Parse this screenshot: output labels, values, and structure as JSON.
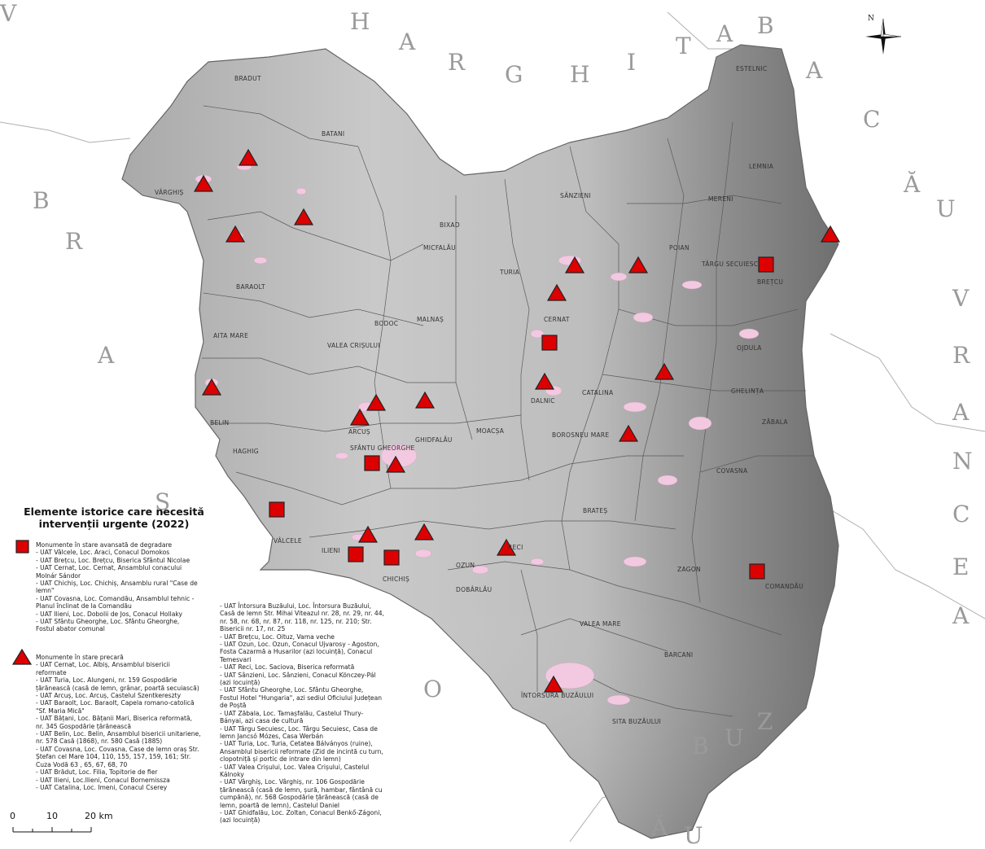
{
  "legend": {
    "title_line1": "Elemente istorice care necesită",
    "title_line2": "intervenții urgente (2022)",
    "degraded": {
      "label": "Monumente în stare avansată de degradare",
      "items": [
        "- UAT Vâlcele, Loc. Araci, Conacul Domokos",
        "- UAT Brețcu, Loc. Brețcu, Biserica Sfântul Nicolae",
        "- UAT Cernat, Loc. Cernat, Ansamblul conacului",
        "Molnár Sándor",
        "- UAT Chichiș, Loc. Chichiș, Ansamblu rural \"Case de",
        "lemn\"",
        "- UAT Covasna, Loc. Comandău, Ansamblul tehnic -",
        "Planul înclinat de la Comandău",
        "- UAT Ilieni, Loc. Dobolii de Jos, Conacul Hollaky",
        "- UAT Sfântu Gheorghe, Loc. Sfântu Gheorghe,",
        "Fostul abator comunal"
      ]
    },
    "precarious": {
      "label": "Monumente în stare precară",
      "items": [
        "- UAT Cernat, Loc. Albiș, Ansamblul bisericii",
        "reformate",
        "- UAT Turia, Loc. Alungeni, nr. 159 Gospodărie",
        "țărănească (casă de lemn, grânar, poartă secuiască)",
        "- UAT Arcuș, Loc. Arcuș, Castelul Szentkereszty",
        "- UAT Baraolt, Loc. Baraolt, Capela romano-catolică",
        "\"Sf. Maria Mică\"",
        "- UAT Bățani, Loc. Bățanii Mari, Biserica reformată,",
        "nr. 345 Gospodărie țărănească",
        "- UAT Belin, Loc. Belin, Ansamblul bisericii unitariene,",
        "nr. 578 Casă (1868), nr. 580 Casă (1885)",
        "- UAT Covasna, Loc. Covasna, Case de lemn oraș Str.",
        "Ștefan cel Mare 104, 110, 155, 157, 159, 161; Str.",
        "Cuza Vodă 63 , 65, 67, 68, 70",
        "- UAT Brădut, Loc. Filia, Topitorie de fier",
        "- UAT Ilieni, Loc.Ilieni, Conacul Bornemissza",
        "- UAT Catalina, Loc. Imeni, Conacul Cserey"
      ],
      "items_col2": [
        "- UAT Întorsura Buzăului, Loc. Întorsura Buzăului,",
        "Casă de lemn Str. Mihai Viteazul nr. 28, nr. 29, nr. 44,",
        "nr. 58, nr. 68, nr. 87, nr. 118, nr. 125, nr. 210; Str.",
        "Bisericii nr. 17, nr. 25",
        "- UAT Brețcu, Loc. Oituz, Vama veche",
        "- UAT Ozun, Loc. Ozun, Conacul Ujvarosy - Agoston,",
        "Fosta Cazarmă a Husarilor (azi locuință), Conacul",
        "Temesvari",
        "- UAT Reci, Loc. Saciova, Biserica reformată",
        "- UAT Sânzieni, Loc. Sânzieni, Conacul Könczey-Pál",
        "(azi locuință)",
        "- UAT Sfântu Gheorghe, Loc. Sfântu Gheorghe,",
        "Fostul Hotel \"Hungaria\", azi sediul Oficiului Județean",
        "de Poștă",
        "- UAT Zăbala, Loc. Tamașfalău, Castelul Thury-",
        "Bányai, azi casa de cultură",
        "- UAT Târgu Secuiesc, Loc. Târgu Secuiesc, Casa de",
        "lemn Jancsó Mózes, Casa Werbán",
        "- UAT Turia, Loc. Turia, Cetatea Bálványos (ruine),",
        "Ansamblul bisericii reformate (Zid de incintă cu turn,",
        "clopotniță și portic de intrare din lemn)",
        "- UAT Valea Crișului, Loc. Valea Crișului, Castelul",
        "Kálnoky",
        "- UAT Vârghiș, Loc. Vârghiș, nr. 106 Gospodărie",
        "țărănească (casă de lemn, șură, hambar, fântână cu",
        "cumpănă), nr. 568 Gospodărie țărănească (casă de",
        "lemn, poartă de lemn), Castelul Daniel",
        "- UAT Ghidfalău, Loc. Zoltan, Conacul Benkő-Zágoni,",
        "(azi locuință)"
      ]
    }
  },
  "scale": {
    "ticks": [
      "0",
      "10",
      "20 km"
    ]
  },
  "north_label": "N",
  "neighbors": [
    {
      "letters": [
        "H",
        "A",
        "R",
        "G",
        "H",
        "I",
        "T",
        "A"
      ]
    },
    {
      "letters": [
        "B",
        "A",
        "C",
        "Ă",
        "U"
      ]
    },
    {
      "letters": [
        "V",
        "R",
        "A",
        "N",
        "C",
        "E",
        "A"
      ]
    },
    {
      "letters": [
        "B",
        "U",
        "Z",
        "Ă",
        "U"
      ]
    },
    {
      "letters": [
        "B",
        "R",
        "A",
        "Ș",
        "O",
        "V"
      ]
    }
  ],
  "uat_labels": [
    "BRADUT",
    "BATANI",
    "VÂRGHIȘ",
    "BARAOLT",
    "AITA MARE",
    "BELIN",
    "HAGHIG",
    "VALEA CRIȘULUI",
    "BODOC",
    "MALNAȘ",
    "MICFALĂU",
    "BIXAD",
    "TURIA",
    "SÂNZIENI",
    "MERENI",
    "LEMNIA",
    "ESTELNIC",
    "POIAN",
    "TÂRGU SECUIESC",
    "BREȚCU",
    "OJDULA",
    "GHELINȚA",
    "CERNAT",
    "DALNIC",
    "CATALINA",
    "ARCUȘ",
    "GHIDFALĂU",
    "MOACȘA",
    "SFÂNTU GHEORGHE",
    "ZĂBALA",
    "COVASNA",
    "BOROSNEU MARE",
    "BRATEȘ",
    "VÂLCELE",
    "ILIENI",
    "CHICHIȘ",
    "OZUN",
    "RECI",
    "DOBÂRLĂU",
    "ZAGON",
    "COMANDĂU",
    "VALEA MARE",
    "BARCANI",
    "ÎNTORSURA BUZĂULUI",
    "SITA BUZĂULUI"
  ],
  "colors": {
    "marker": "#dd0000",
    "built_up": "#f2c9e0",
    "relief_dark": "#6f6f6f",
    "relief_light": "#d6d6d6"
  }
}
